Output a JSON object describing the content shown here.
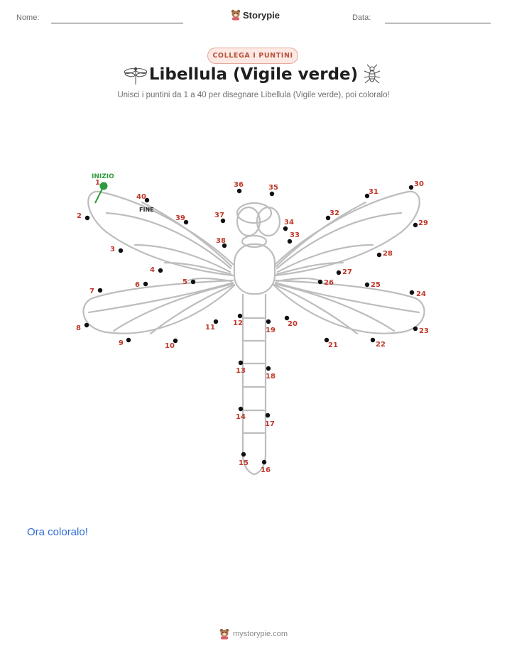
{
  "header": {
    "name_label": "Nome:",
    "date_label": "Data:",
    "logo_text": "Storypie"
  },
  "badge": "COLLEGA I PUNTINI",
  "title": "Libellula (Vigile verde)",
  "subtitle": "Unisci i puntini da 1 a 40 per disegnare Libellula (Vigile verde), poi coloralo!",
  "puzzle": {
    "start_label": "INIZIO",
    "end_label": "FINE",
    "numbers": [
      "1",
      "2",
      "3",
      "4",
      "5",
      "6",
      "7",
      "8",
      "9",
      "10",
      "11",
      "12",
      "13",
      "14",
      "15",
      "16",
      "17",
      "18",
      "19",
      "20",
      "21",
      "22",
      "23",
      "24",
      "25",
      "26",
      "27",
      "28",
      "29",
      "30",
      "31",
      "32",
      "33",
      "34",
      "35",
      "36",
      "37",
      "38",
      "39",
      "40"
    ]
  },
  "prompt": "Ora coloralo!",
  "footer": {
    "site": "mystorypie.com"
  },
  "colors": {
    "badge_border": "#e6a89a",
    "badge_fill": "#fde9e3",
    "number_red": "#c0392b",
    "start_green": "#2f9a3f",
    "prompt_blue": "#2f6cd6",
    "outline_gray": "#bdbdbd"
  },
  "icons": [
    "storypie-bear-logo-icon",
    "dragonfly-icon",
    "insect-icon"
  ]
}
